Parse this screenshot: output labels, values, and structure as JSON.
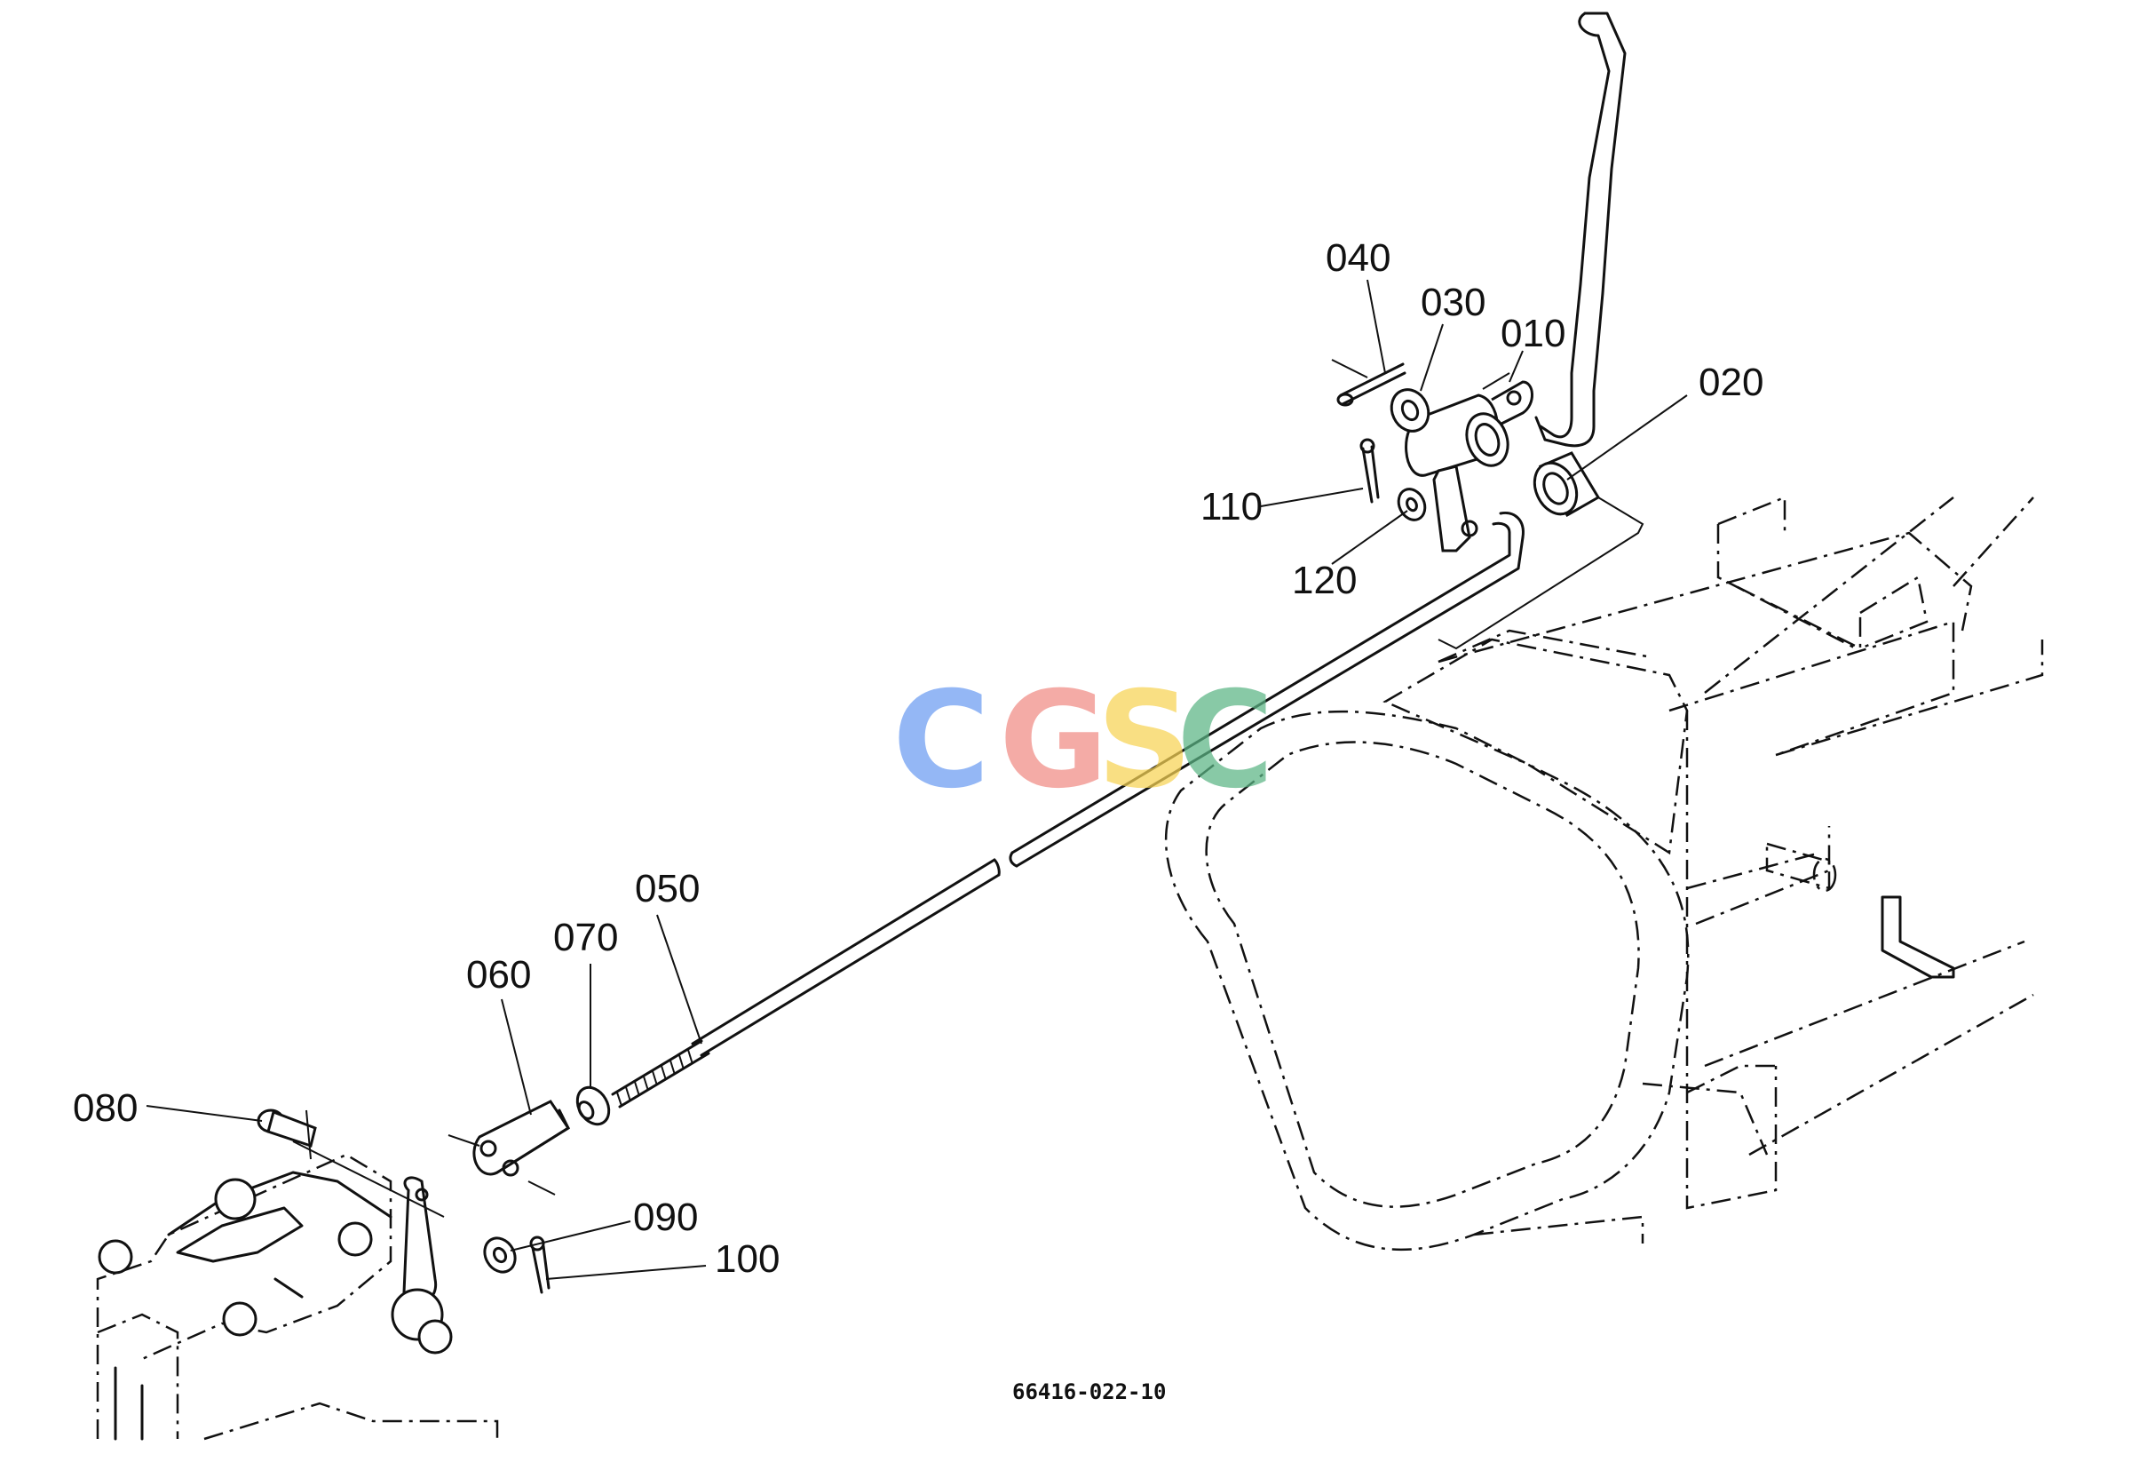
{
  "parts": [
    {
      "number": "010"
    },
    {
      "number": "020"
    },
    {
      "number": "030"
    },
    {
      "number": "040"
    },
    {
      "number": "050"
    },
    {
      "number": "060"
    },
    {
      "number": "070"
    },
    {
      "number": "080"
    },
    {
      "number": "090"
    },
    {
      "number": "100"
    },
    {
      "number": "110"
    },
    {
      "number": "120"
    }
  ],
  "drawing_code": "66416-022-10",
  "watermark": {
    "letters": [
      "C",
      "G",
      "S",
      "C"
    ],
    "colors": [
      "#6b9cf2",
      "#f08b84",
      "#f7d354",
      "#5bb585"
    ]
  }
}
